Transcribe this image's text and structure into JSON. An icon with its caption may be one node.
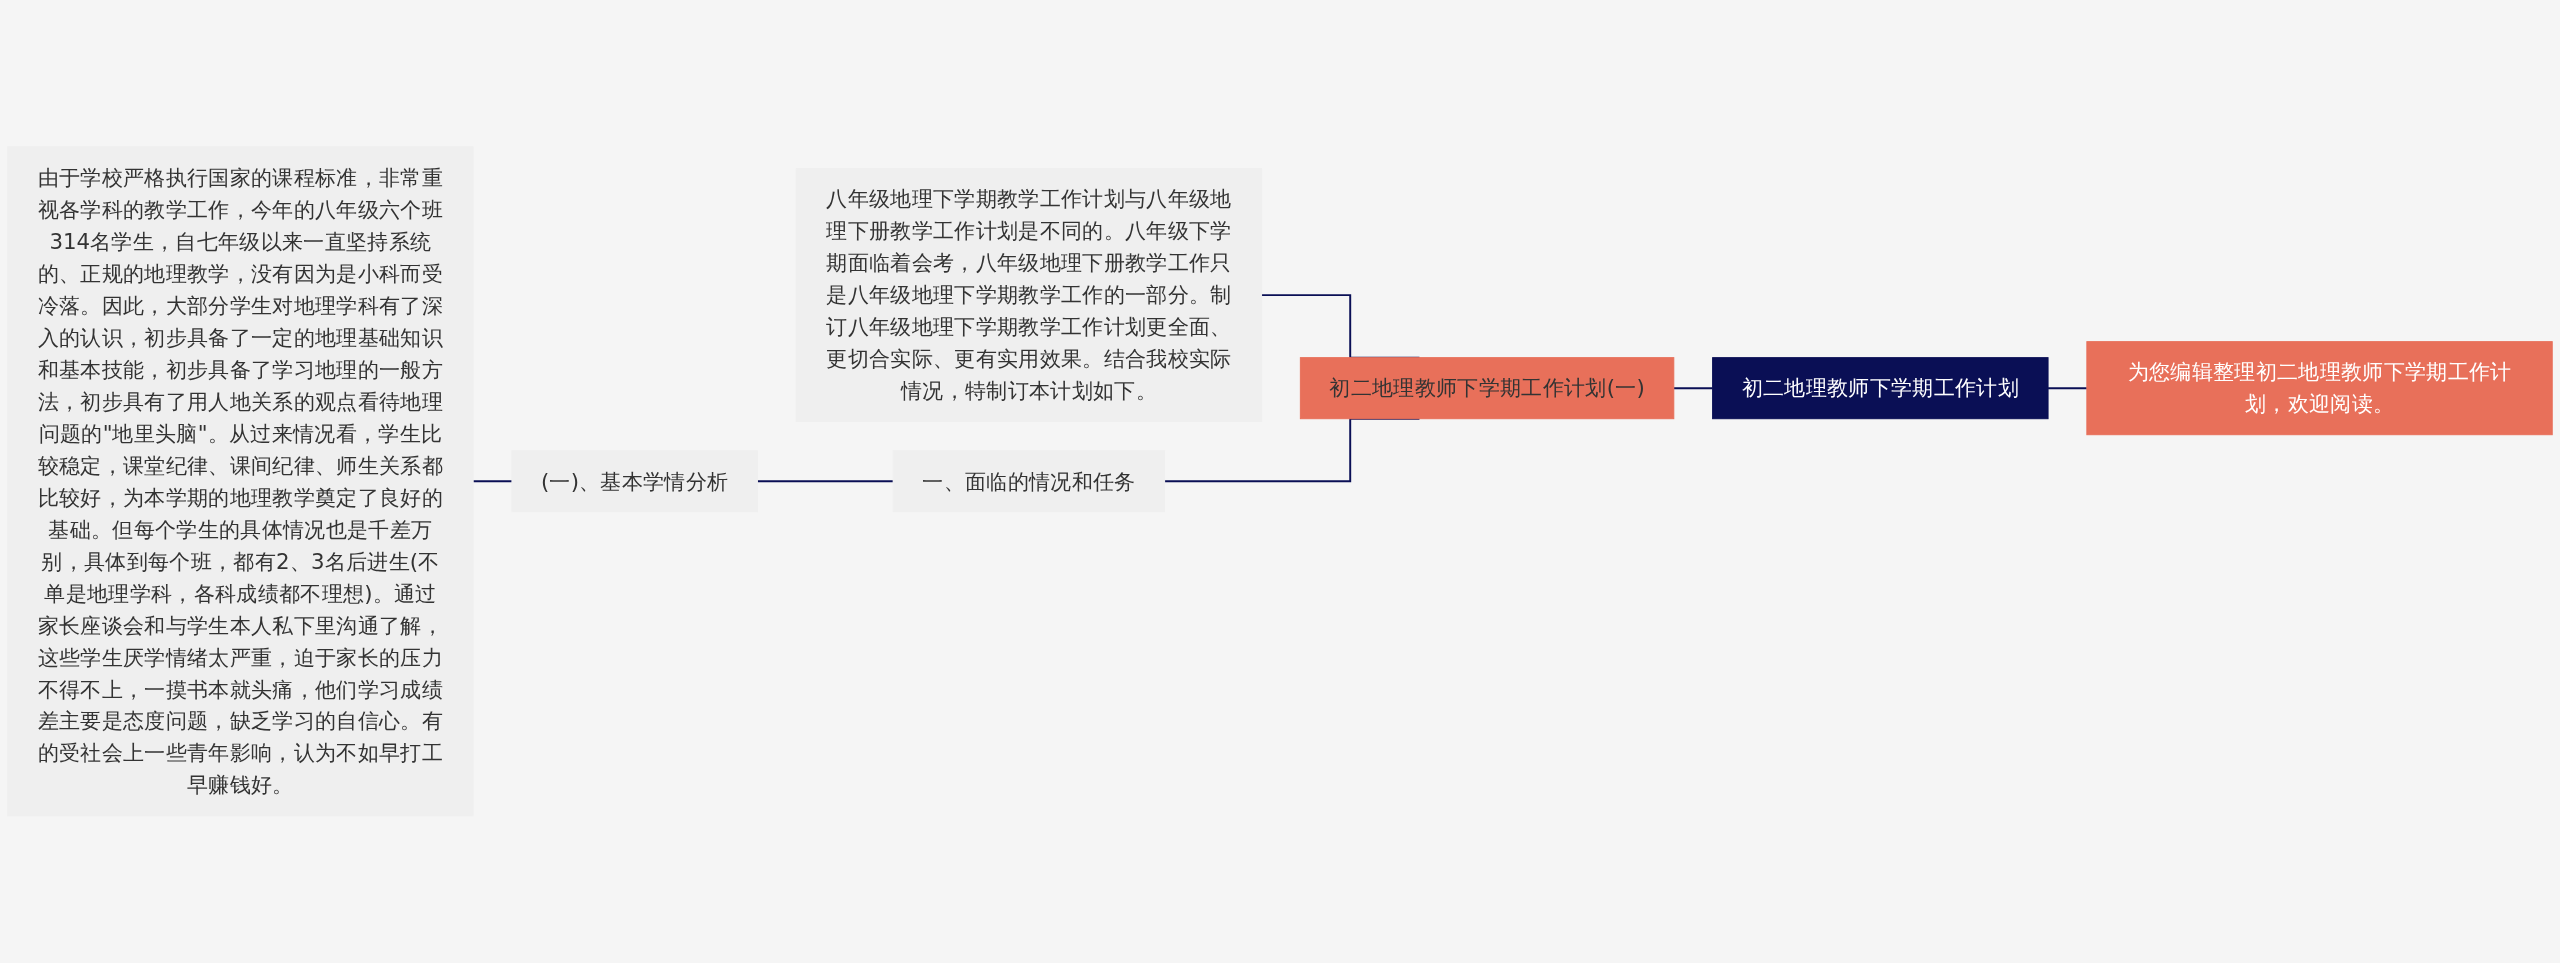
{
  "diagram": {
    "nodes": [
      {
        "text": [
          "初二地理教师下学期工作计划"
        ]
      },
      {
        "text": [
          "为您编辑整理初二地理教师下学期工作计划，欢迎阅读。"
        ]
      },
      {
        "text": [
          "初二地理教师下学期工作计划(一)"
        ]
      },
      {
        "text": [
          "八年级地理下学期教学工作计划与八年级地理下册教学工作计划是不同的。八年级下学期面临着会考，八年级地理下册教学工作只是八年级地理下学期教学工作的一部分。制订八年级地理下学期教学工作计划更全面、更切合实际、更有实用效果。结合我校实际情况，特制订本计划如下。"
        ]
      },
      {
        "text": [
          "一、面临的情况和任务"
        ]
      },
      {
        "text": [
          "(一)、基本学情分析"
        ]
      },
      {
        "text": [
          "由于学校严格执行国家的课程标准，非常重视各学科的教学工作，今年的八年级六个班314名学生，自七年级以来一直坚持系统的、正规的地理教学，没有因为是小科而受冷落。因此，大部分学生对地理学科有了深入的认识，初步具备了一定的地理基础知识和基本技能，初步具备了学习地理的一般方法，初步具有了用人地关系的观点看待地理问题的\"地里头脑\"。从过来情况看，学生比较稳定，课堂纪律、课间纪律、师生关系都比较好，为本学期的地理教学奠定了良好的基础。但每个学生的具体情况也是千差万别，具体到每个班，都有2、3名后进生(不单是地理学科，各科成绩都不理想)。通过家长座谈会和与学生本人私下里沟通了解，这些学生厌学情绪太严重，迫于家长的压力不得不上，一摸书本就头痛，他们学习成绩差主要是态度问题，缺乏学习的自信心。有的受社会上一些青年影响，认为不如早打工早赚钱好。"
        ]
      }
    ],
    "edges": [
      {
        "from": 0,
        "to": 1,
        "arrow": "none"
      },
      {
        "from": 0,
        "to": 2,
        "arrow": "none"
      },
      {
        "from": 2,
        "to": 3,
        "arrow": "none"
      },
      {
        "from": 2,
        "to": 4,
        "arrow": "none"
      },
      {
        "from": 4,
        "to": 5,
        "arrow": "none"
      },
      {
        "from": 5,
        "to": 6,
        "arrow": "none"
      }
    ]
  }
}
